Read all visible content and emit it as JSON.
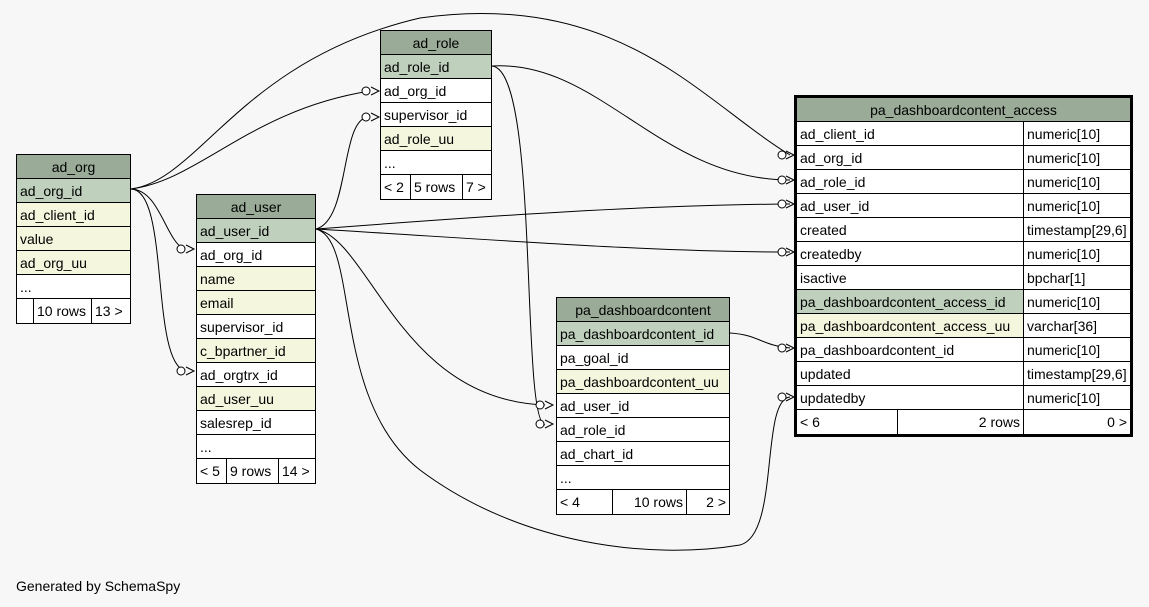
{
  "tables": {
    "ad_org": {
      "name": "ad_org",
      "columns": [
        "ad_org_id",
        "ad_client_id",
        "value",
        "ad_org_uu",
        "..."
      ],
      "footer": [
        "",
        "10 rows",
        "13 >"
      ]
    },
    "ad_role": {
      "name": "ad_role",
      "columns": [
        "ad_role_id",
        "ad_org_id",
        "supervisor_id",
        "ad_role_uu",
        "..."
      ],
      "footer": [
        "< 2",
        "5 rows",
        "7 >"
      ]
    },
    "ad_user": {
      "name": "ad_user",
      "columns": [
        "ad_user_id",
        "ad_org_id",
        "name",
        "email",
        "supervisor_id",
        "c_bpartner_id",
        "ad_orgtrx_id",
        "ad_user_uu",
        "salesrep_id",
        "..."
      ],
      "footer": [
        "< 5",
        "9 rows",
        "14 >"
      ]
    },
    "pa_dashboardcontent": {
      "name": "pa_dashboardcontent",
      "columns": [
        "pa_dashboardcontent_id",
        "pa_goal_id",
        "pa_dashboardcontent_uu",
        "ad_user_id",
        "ad_role_id",
        "ad_chart_id",
        "..."
      ],
      "footer": [
        "< 4",
        "10 rows",
        "2 >"
      ]
    },
    "pa_dashboardcontent_access": {
      "name": "pa_dashboardcontent_access",
      "columns": [
        [
          "ad_client_id",
          "numeric[10]"
        ],
        [
          "ad_org_id",
          "numeric[10]"
        ],
        [
          "ad_role_id",
          "numeric[10]"
        ],
        [
          "ad_user_id",
          "numeric[10]"
        ],
        [
          "created",
          "timestamp[29,6]"
        ],
        [
          "createdby",
          "numeric[10]"
        ],
        [
          "isactive",
          "bpchar[1]"
        ],
        [
          "pa_dashboardcontent_access_id",
          "numeric[10]"
        ],
        [
          "pa_dashboardcontent_access_uu",
          "varchar[36]"
        ],
        [
          "pa_dashboardcontent_id",
          "numeric[10]"
        ],
        [
          "updated",
          "timestamp[29,6]"
        ],
        [
          "updatedby",
          "numeric[10]"
        ]
      ],
      "footer": [
        "< 6",
        "2 rows",
        "0 >"
      ]
    }
  },
  "footer_text": "Generated by SchemaSpy"
}
